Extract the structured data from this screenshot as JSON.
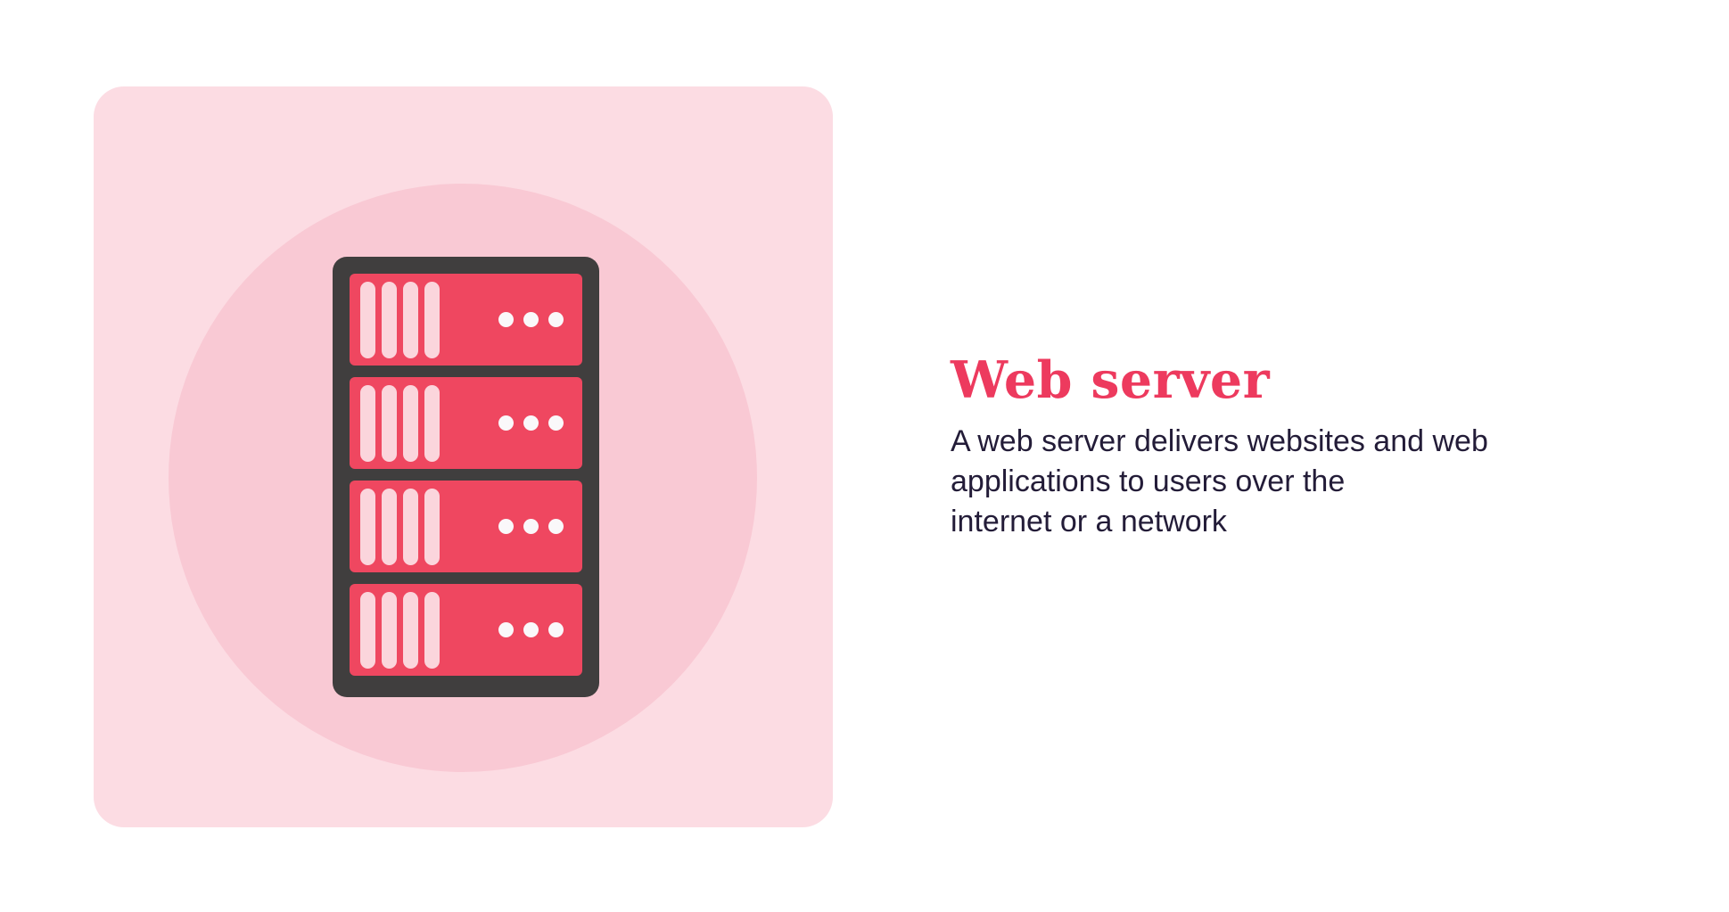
{
  "colors": {
    "page_bg": "#ffffff",
    "card_bg": "#fcdce3",
    "circle_bg": "#f9c9d4",
    "frame": "#403e3e",
    "unit_red": "#ef4760",
    "vent_bar": "#fbd5dc",
    "dot": "#faf8fa",
    "title": "#ed3a5e",
    "body_text": "#231c38"
  },
  "server_icon": {
    "name": "server-rack",
    "units": 4,
    "bars_per_unit": 4,
    "dots_per_unit": 3
  },
  "content": {
    "title": "Web server",
    "description_lines": [
      "A web server delivers websites and web",
      "applications to users over the",
      "internet or a network"
    ]
  }
}
